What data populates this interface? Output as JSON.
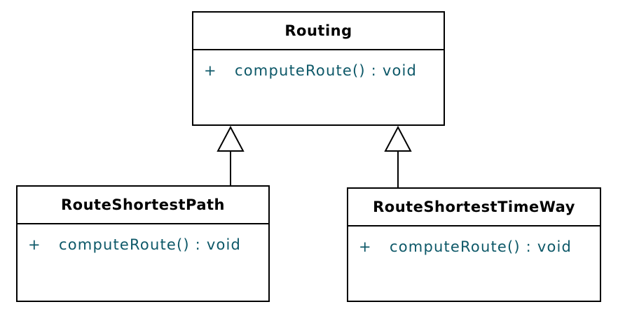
{
  "diagram": {
    "kind": "uml-class-diagram",
    "colors": {
      "box_border": "#000000",
      "box_background": "#ffffff",
      "class_name_text": "#000000",
      "method_text": "#0d5868"
    },
    "classes": [
      {
        "name": "Routing",
        "methods": [
          {
            "visibility": "+",
            "signature": "computeRoute() : void"
          }
        ]
      },
      {
        "name": "RouteShortestPath",
        "methods": [
          {
            "visibility": "+",
            "signature": "computeRoute() : void"
          }
        ]
      },
      {
        "name": "RouteShortestTimeWay",
        "methods": [
          {
            "visibility": "+",
            "signature": "computeRoute() : void"
          }
        ]
      }
    ],
    "relationships": [
      {
        "from": "RouteShortestPath",
        "to": "Routing",
        "type": "generalization"
      },
      {
        "from": "RouteShortestTimeWay",
        "to": "Routing",
        "type": "generalization"
      }
    ]
  }
}
